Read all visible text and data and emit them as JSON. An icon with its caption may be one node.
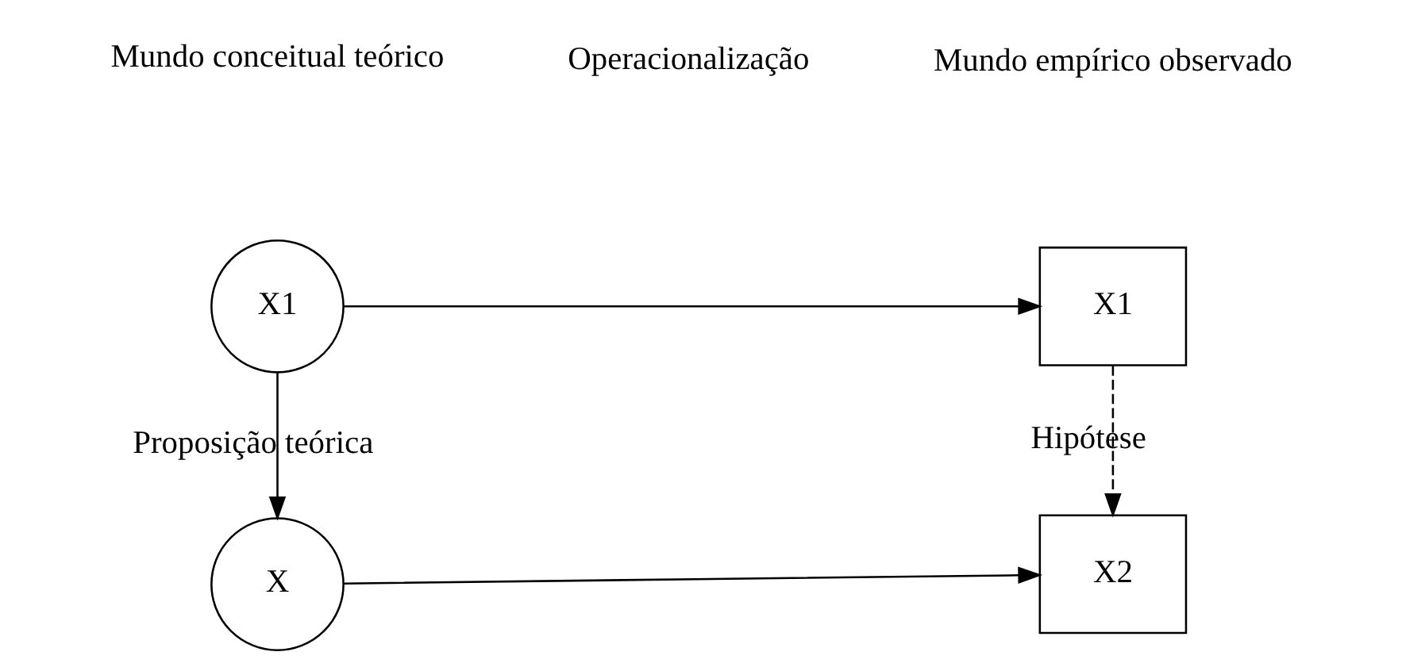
{
  "diagram": {
    "nodes": [
      {
        "text": [
          "X1"
        ]
      },
      {
        "text": [
          "X"
        ]
      },
      {
        "text": [
          "X1"
        ]
      },
      {
        "text": [
          "X2"
        ]
      }
    ],
    "edges": [
      {
        "from": 0,
        "to": 1,
        "arrow": "to",
        "label": "Proposição teórica"
      },
      {
        "from": 0,
        "to": 2,
        "arrow": "to"
      },
      {
        "from": 1,
        "to": 3,
        "arrow": "to"
      },
      {
        "from": 2,
        "to": 3,
        "arrow": "to",
        "style": "dashed",
        "label": "Hipótese"
      }
    ],
    "labels": [
      "Mundo conceitual teórico",
      "Mundo empírico observado",
      "Operacionalização"
    ]
  }
}
